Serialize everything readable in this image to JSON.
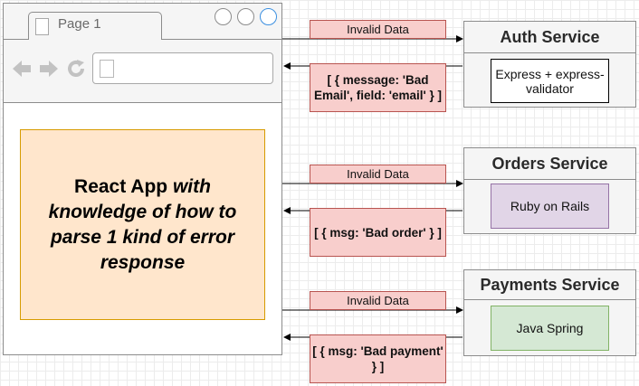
{
  "browser": {
    "tab_label": "Page 1"
  },
  "react_app": {
    "title_bold": "React App",
    "title_italic": "with knowledge of how to parse 1 kind of error response"
  },
  "services": [
    {
      "title": "Auth Service",
      "tech": "Express + express-validator",
      "request_label": "Invalid Data",
      "response_label": "[ { message: 'Bad Email', field: 'email' } ]"
    },
    {
      "title": "Orders Service",
      "tech": "Ruby on Rails",
      "request_label": "Invalid Data",
      "response_label": "[ { msg: 'Bad order' } ]"
    },
    {
      "title": "Payments Service",
      "tech": "Java Spring",
      "request_label": "Invalid Data",
      "response_label": "[ { msg: 'Bad payment' } ]"
    }
  ],
  "colors": {
    "react_fill": "#ffe6cc",
    "react_stroke": "#d79b00",
    "message_fill": "#f8cecc",
    "message_stroke": "#b85450",
    "rails_fill": "#e1d5e7",
    "rails_stroke": "#9673a6",
    "spring_fill": "#d5e8d4",
    "spring_stroke": "#82b366",
    "express_fill": "#ffffff"
  },
  "icons": [
    "document-icon",
    "back-arrow-icon",
    "forward-arrow-icon",
    "reload-icon",
    "window-button-icon"
  ]
}
